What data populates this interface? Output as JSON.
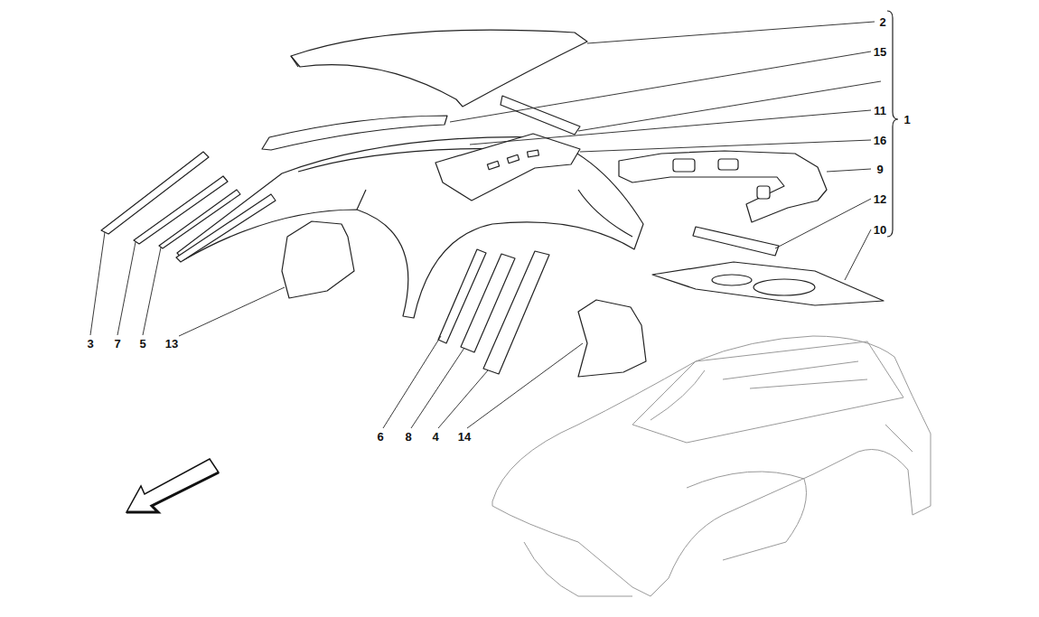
{
  "diagram": {
    "labels": [
      "2",
      "15",
      "11",
      "16",
      "1",
      "9",
      "12",
      "10",
      "3",
      "7",
      "5",
      "13",
      "6",
      "8",
      "4",
      "14"
    ]
  }
}
